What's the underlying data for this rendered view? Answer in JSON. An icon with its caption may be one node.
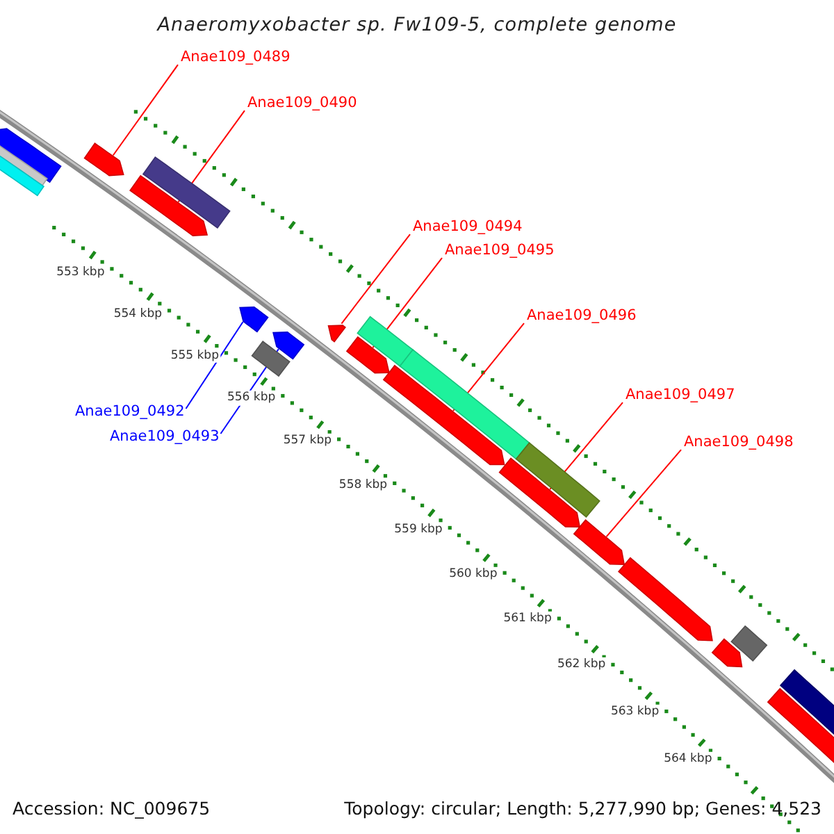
{
  "diagram": {
    "title": "Anaeromyxobacter sp. Fw109-5, complete genome",
    "nodes": [
      {
        "text": [
          "Anae109_0489"
        ]
      },
      {
        "text": [
          "Anae109_0490"
        ]
      },
      {
        "text": [
          "Anae109_0494"
        ]
      },
      {
        "text": [
          "Anae109_0495"
        ]
      },
      {
        "text": [
          "Anae109_0496"
        ]
      },
      {
        "text": [
          "Anae109_0497"
        ]
      },
      {
        "text": [
          "Anae109_0492"
        ]
      },
      {
        "text": [
          "Anae109_0493"
        ]
      },
      {
        "text": [
          "Anae109_0498"
        ]
      },
      {
        "text": [],
        "shape": "arrow"
      },
      {
        "text": [],
        "shape": "box"
      },
      {
        "text": [],
        "shape": "box"
      },
      {
        "text": [],
        "shape": "arrow"
      },
      {
        "text": [],
        "shape": "arrow"
      },
      {
        "text": [],
        "shape": "box"
      },
      {
        "text": [],
        "shape": "arrow"
      },
      {
        "text": [],
        "shape": "box"
      },
      {
        "text": [],
        "shape": "arrow"
      },
      {
        "text": [],
        "shape": "arrow"
      },
      {
        "text": [],
        "shape": "arrow"
      },
      {
        "text": [],
        "shape": "box"
      },
      {
        "text": [],
        "shape": "box"
      },
      {
        "text": [],
        "shape": "arrow"
      },
      {
        "text": [],
        "shape": "box"
      },
      {
        "text": [],
        "shape": "arrow"
      },
      {
        "text": [],
        "shape": "arrow"
      },
      {
        "text": [],
        "shape": "arrow"
      },
      {
        "text": [],
        "shape": "arrow"
      },
      {
        "text": [],
        "shape": "box"
      },
      {
        "text": [],
        "shape": "arrow"
      },
      {
        "text": [],
        "shape": "box"
      }
    ],
    "edges": [
      {
        "from": 0,
        "to": 12,
        "arrow": "none"
      },
      {
        "from": 1,
        "to": 13,
        "arrow": "none"
      },
      {
        "from": 2,
        "to": 18,
        "arrow": "none"
      },
      {
        "from": 3,
        "to": 19,
        "arrow": "none"
      },
      {
        "from": 4,
        "to": 22,
        "arrow": "none"
      },
      {
        "from": 5,
        "to": 24,
        "arrow": "none"
      },
      {
        "from": 6,
        "to": 15,
        "arrow": "none",
        "color": "#0000ff"
      },
      {
        "from": 7,
        "to": 17,
        "arrow": "none",
        "color": "#0000ff"
      },
      {
        "from": 8,
        "to": 25,
        "arrow": "none"
      }
    ],
    "labels": [
      "553 kbp",
      "554 kbp",
      "555 kbp",
      "556 kbp",
      "557 kbp",
      "558 kbp",
      "559 kbp",
      "560 kbp",
      "561 kbp",
      "562 kbp",
      "563 kbp",
      "564 kbp",
      "Accession: NC_009675",
      "Topology: circular; Length: 5,277,990 bp; Genes: 4,523"
    ]
  }
}
